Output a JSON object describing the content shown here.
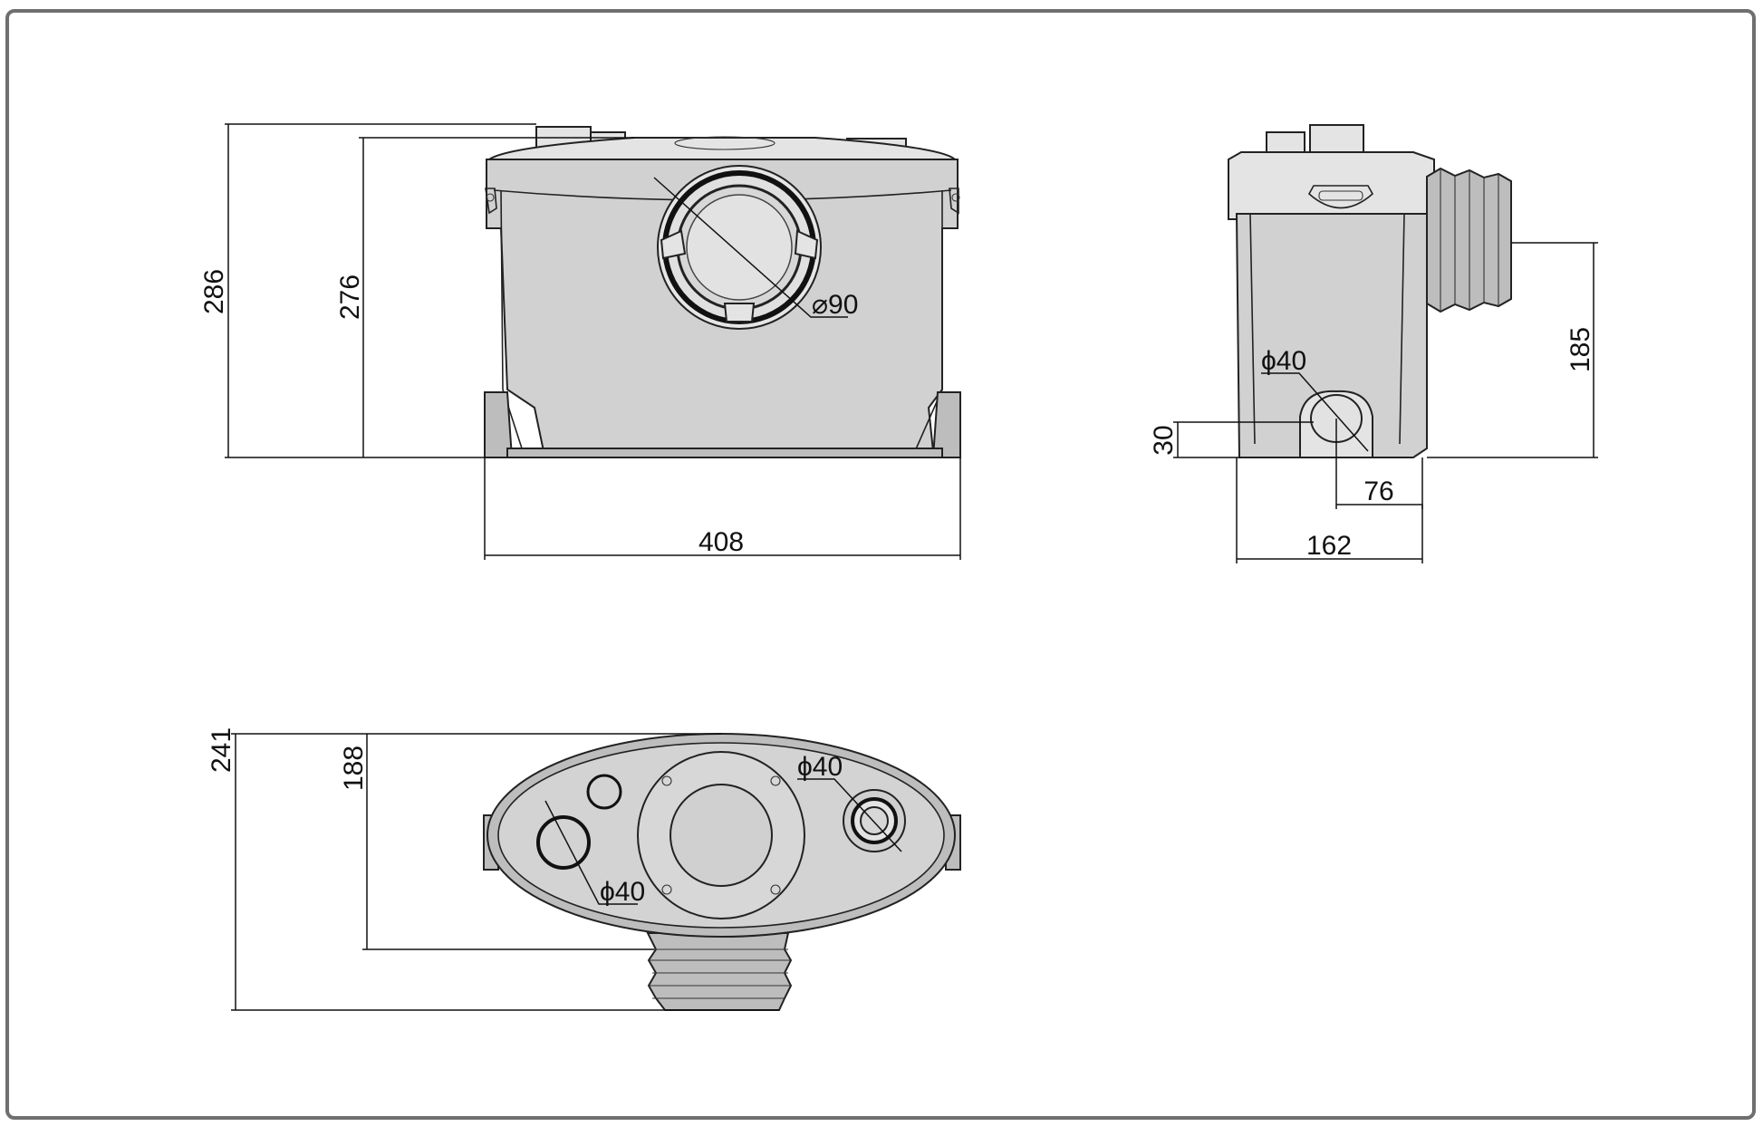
{
  "dimensions": {
    "front_height_total": "286",
    "front_height_body": "276",
    "front_width": "408",
    "front_inlet_diameter": "⌀90",
    "side_outlet_height": "185",
    "side_inlet_diameter": "ϕ40",
    "side_inlet_height": "30",
    "side_inlet_offset": "76",
    "side_depth": "162",
    "top_depth_total": "241",
    "top_depth_body": "188",
    "top_inlet_diameter_right": "ϕ40",
    "top_inlet_diameter_left": "ϕ40"
  },
  "colors": {
    "frame": "#6f6f6f",
    "body": "#d1d1d1",
    "line": "#222222"
  }
}
